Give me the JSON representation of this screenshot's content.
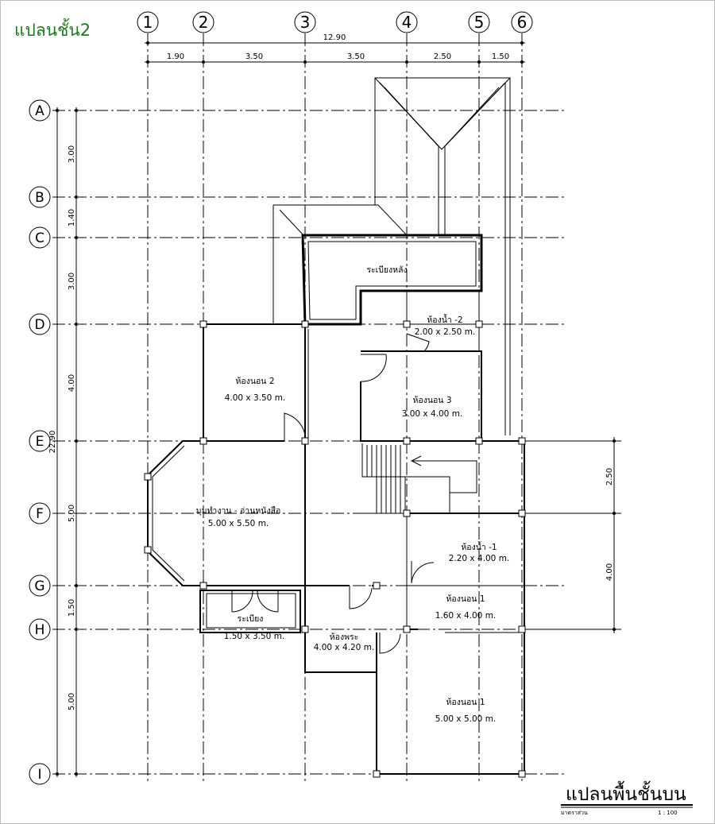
{
  "page_title": "แปลนชั้น2",
  "drawing_title": "แปลนพื้นชั้นบน",
  "scale_caption": "มาตราส่วน",
  "scale_value": "1 : 100",
  "grid_columns": [
    "1",
    "2",
    "3",
    "4",
    "5",
    "6"
  ],
  "grid_rows": [
    "A",
    "B",
    "C",
    "D",
    "E",
    "F",
    "G",
    "H",
    "I"
  ],
  "dims_top_total": "12.90",
  "dims_top": [
    "1.90",
    "3.50",
    "3.50",
    "2.50",
    "1.50"
  ],
  "dims_left": [
    "3.00",
    "1.40",
    "3.00",
    "4.00",
    "5.00",
    "1.50",
    "5.00"
  ],
  "dim_left_total": "22.90",
  "dims_right": [
    "2.50",
    "4.00"
  ],
  "rooms": [
    {
      "name": "ระเบียงหลัง",
      "size": ""
    },
    {
      "name": "ห้องน้ำ -2",
      "size": "2.00 x 2.50 m."
    },
    {
      "name": "ห้องนอน 2",
      "size": "4.00 x 3.50 m."
    },
    {
      "name": "ห้องนอน 3",
      "size": "3.00 x 4.00 m."
    },
    {
      "name": "มุมทำงาน - อ่านหนังสือ",
      "size": "5.00 x 5.50 m."
    },
    {
      "name": "ห้องน้ำ -1",
      "size": "2.20 x 4.00 m."
    },
    {
      "name": "ห้องนอน 1",
      "size": "1.60 x 4.00 m."
    },
    {
      "name": "ระเบียง",
      "size": "1.50 x 3.50 m."
    },
    {
      "name": "ห้องพระ",
      "size": "4.00 x 4.20 m."
    },
    {
      "name": "ห้องนอน 1",
      "size": "5.00 x 5.00 m."
    }
  ]
}
